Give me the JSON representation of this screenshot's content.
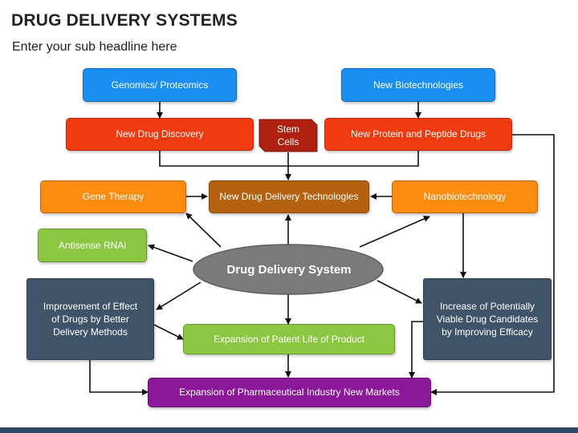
{
  "header": {
    "title": "DRUG DELIVERY SYSTEMS",
    "subtitle": "Enter your sub headline here"
  },
  "nodes": {
    "genomics": "Genomics/ Proteomics",
    "new_biotech": "New Biotechnologies",
    "new_drug_discovery": "New Drug Discovery",
    "stem_cells": "Stem Cells",
    "protein_peptide": "New Protein and Peptide Drugs",
    "gene_therapy": "Gene Therapy",
    "ndd_technologies": "New Drug Delivery Technologies",
    "nanobiotech": "Nanobiotechnology",
    "antisense": "Antisense RNAi",
    "center": "Drug Delivery System",
    "improvement": "Improvement of Effect of Drugs by Better Delivery Methods",
    "increase": "Increase of Potentially Viable Drug Candidates  by Improving Efficacy",
    "patent": "Expansion of Patent Life of Product",
    "markets": "Expansion of Pharmaceutical Industry New Markets"
  },
  "colors": {
    "blue": "#1a8ef2",
    "red": "#f03a10",
    "orange": "#fb8c0f",
    "brown": "#b4620f",
    "green": "#8cc742",
    "navy": "#3f5468",
    "purple": "#8a1899",
    "ellipse": "#7a7a7a"
  }
}
